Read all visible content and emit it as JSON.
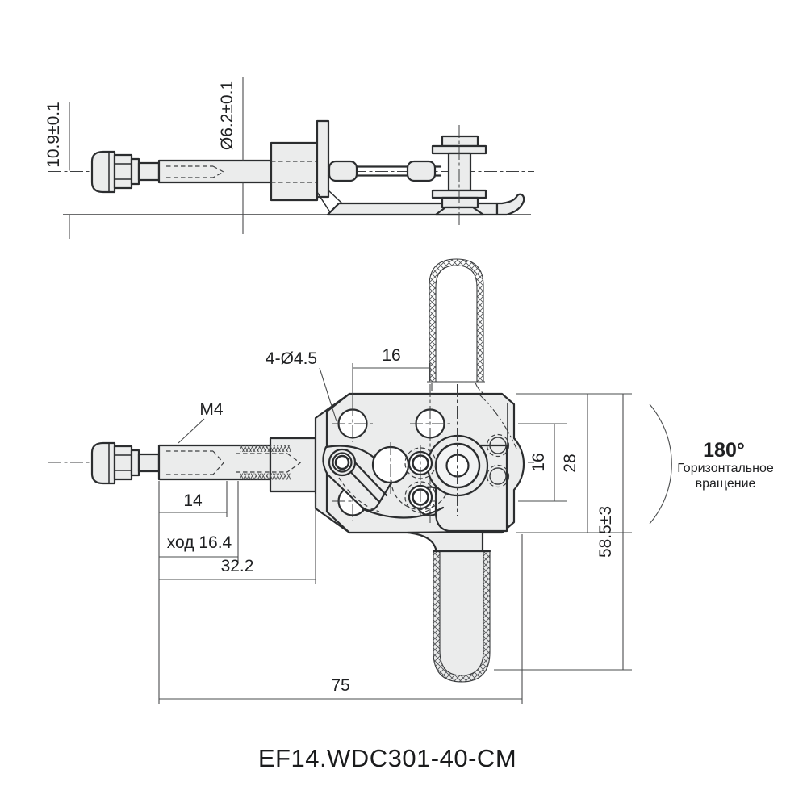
{
  "drawing": {
    "title": "EF14.WDC301-40-CM",
    "views": {
      "side": {
        "dims": {
          "height": "10.9±0.1",
          "rod_diameter": "Ø6.2±0.1"
        }
      },
      "front": {
        "dims": {
          "holes": "4-Ø4.5",
          "hole_spacing_horizontal": "16",
          "thread": "M4",
          "thread_length": "14",
          "stroke": "ход 16.4",
          "rod_length": "32.2",
          "hole_spacing_vertical": "16",
          "body_height": "28",
          "overall_height": "58.5±3",
          "overall_length": "75"
        },
        "rotation_note": {
          "angle": "180°",
          "line1": "Горизонтальное",
          "line2": "вращение"
        }
      }
    },
    "colors": {
      "outline": "#2b2d2f",
      "dimension": "#4a4c4d",
      "part_fill": "#ebecec",
      "background": "#ffffff"
    }
  }
}
